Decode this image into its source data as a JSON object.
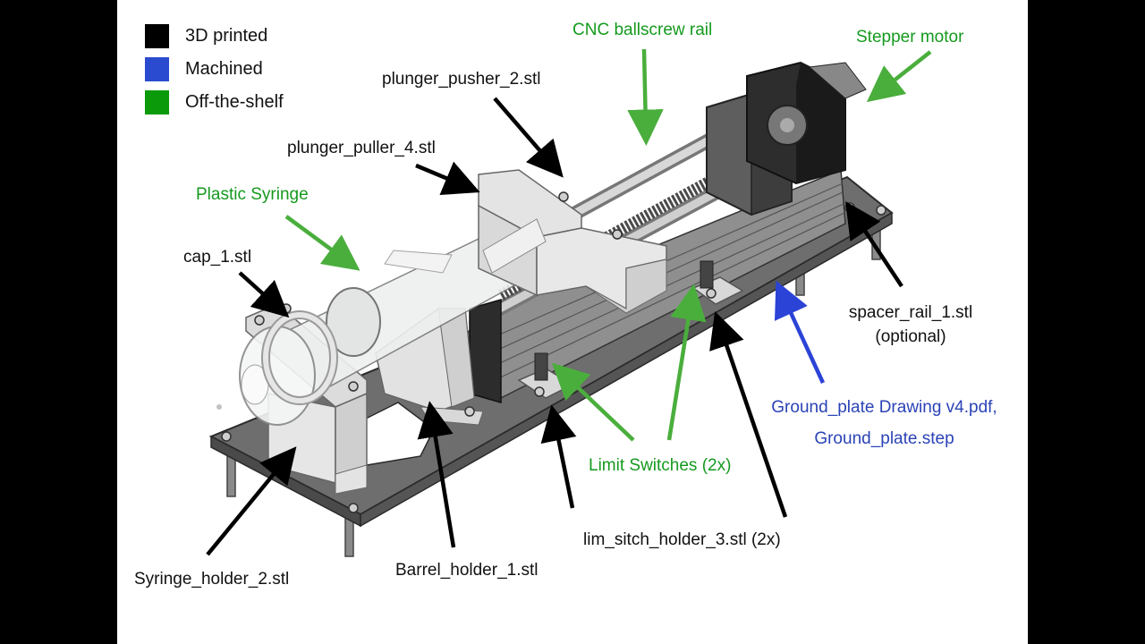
{
  "legend": [
    {
      "label": "3D printed",
      "color": "#000000"
    },
    {
      "label": "Machined",
      "color": "#2a4bd0"
    },
    {
      "label": "Off-the-shelf",
      "color": "#0a9a0a"
    }
  ],
  "colors": {
    "printed": "#111111",
    "offshelf": "#159a1e",
    "machined": "#2b43b6",
    "arrow_black": "#000000",
    "arrow_green": "#4aae3c",
    "arrow_blue": "#2b43d6"
  },
  "labels": {
    "cnc_rail": "CNC ballscrew rail",
    "stepper_motor": "Stepper motor",
    "plunger_pusher": "plunger_pusher_2.stl",
    "plunger_puller": "plunger_puller_4.stl",
    "plastic_syringe": "Plastic Syringe",
    "cap": "cap_1.stl",
    "spacer_rail_line1": "spacer_rail_1.stl",
    "spacer_rail_line2": "(optional)",
    "ground_plate_line1": "Ground_plate Drawing v4.pdf,",
    "ground_plate_line2": "Ground_plate.step",
    "limit_switches": "Limit Switches (2x)",
    "lim_switch_holder": "lim_sitch_holder_3.stl (2x)",
    "syringe_holder": "Syringe_holder_2.stl",
    "barrel_holder": "Barrel_holder_1.stl"
  }
}
